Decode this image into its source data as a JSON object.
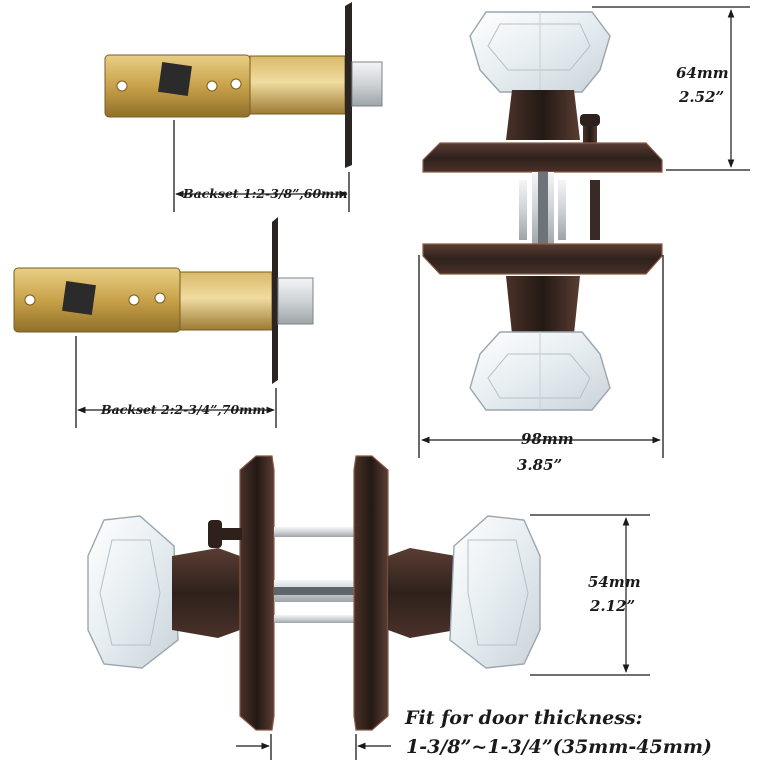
{
  "latches": {
    "backset_1": "Backset 1:2-3/8”,60mm",
    "backset_2": "Backset 2:2-3/4”,70mm"
  },
  "knob_front": {
    "height_mm": "64mm",
    "height_in": "2.52”",
    "width_mm": "98mm",
    "width_in": "3.85”"
  },
  "knob_side": {
    "height_mm": "54mm",
    "height_in": "2.12”"
  },
  "door_thickness": {
    "title": "Fit for door thickness:",
    "range": "1-3/8”~1-3/4”(35mm-45mm)"
  },
  "colors": {
    "bronze": "#3a2a25",
    "bronze_highlight": "#8a5a45",
    "brass": "#c9a24a",
    "steel": "#cfd3d6",
    "glass": "#eef3f6",
    "ink": "#1a1a1a"
  }
}
